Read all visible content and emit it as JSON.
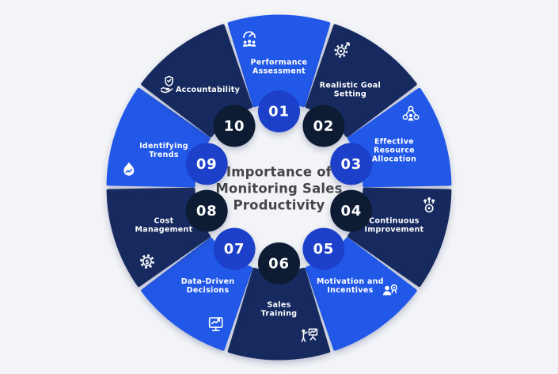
{
  "title": "Importance of\nMonitoring Sales\nProductivity",
  "colors": {
    "background": "#f3f4f7",
    "bright_segment": "#2158e8",
    "bright_number_circle": "#1c40c9",
    "dark_segment": "#16295e",
    "dark_number_circle": "#0c1a33",
    "label_text": "#ffffff",
    "title_text": "#45464b",
    "shadow": "#2a3a6e"
  },
  "segments": [
    {
      "number": "01",
      "label_lines": [
        "Performance",
        "Assessment"
      ],
      "tone": "bright",
      "icon": "gauge-people-icon"
    },
    {
      "number": "02",
      "label_lines": [
        "Realistic Goal",
        "Setting"
      ],
      "tone": "dark",
      "icon": "gear-rocket-icon"
    },
    {
      "number": "03",
      "label_lines": [
        "Effective",
        "Resource",
        "Allocation"
      ],
      "tone": "bright",
      "icon": "allocation-network-icon"
    },
    {
      "number": "04",
      "label_lines": [
        "Continuous",
        "Improvement"
      ],
      "tone": "dark",
      "icon": "growth-arrows-icon"
    },
    {
      "number": "05",
      "label_lines": [
        "Motivation and",
        "Incentives"
      ],
      "tone": "bright",
      "icon": "person-award-icon"
    },
    {
      "number": "06",
      "label_lines": [
        "Sales",
        "Training"
      ],
      "tone": "dark",
      "icon": "trainer-board-icon"
    },
    {
      "number": "07",
      "label_lines": [
        "Data-Driven",
        "Decisions"
      ],
      "tone": "bright",
      "icon": "monitor-chart-icon"
    },
    {
      "number": "08",
      "label_lines": [
        "Cost",
        "Management"
      ],
      "tone": "dark",
      "icon": "gear-dollar-icon"
    },
    {
      "number": "09",
      "label_lines": [
        "Identifying",
        "Trends"
      ],
      "tone": "bright",
      "icon": "flame-icon"
    },
    {
      "number": "10",
      "label_lines": [
        "Accountability"
      ],
      "tone": "dark",
      "icon": "shield-hand-icon"
    }
  ]
}
